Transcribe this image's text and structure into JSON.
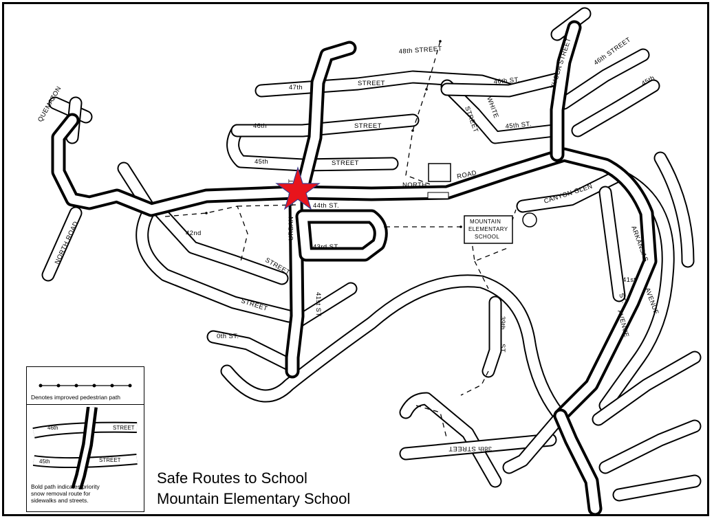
{
  "title": {
    "line1": "Safe Routes to School",
    "line2": "Mountain Elementary School"
  },
  "legend": {
    "pedestrian_path_label": "Denotes improved pedestrian path",
    "bold_path_label": "Bold path indicates priority snow removal route for sidewalks and streets.",
    "sample_street_upper_left": "46th",
    "sample_street_upper_right": "STREET",
    "sample_street_lower_left": "45th",
    "sample_street_lower_right": "STREET"
  },
  "school": {
    "line1": "MOUNTAIN",
    "line2": "ELEMENTARY",
    "line3": "SCHOOL"
  },
  "marker": {
    "color": "#e8141c",
    "outline": "#3a3a8c",
    "icon": "star-icon"
  },
  "streets": {
    "s48th": "48th STREET",
    "s47th": "47th",
    "s47street": "STREET",
    "s46th": "46th",
    "s46street": "STREET",
    "s45th": "45th",
    "s45street": "STREET",
    "s46thst": "46th ST.",
    "s45thst": "45th ST.",
    "white": "WHITE",
    "white_street": "STREET",
    "yucca": "YUCCA STREET",
    "s46street_ne": "46th STREET",
    "s45_ne": "45th",
    "quemazon": "QUEMAZON",
    "north_road_w": "NORTH ROAD",
    "north": "NORTH",
    "road": "ROAD",
    "s44th": "44th ST.",
    "urban": "URBAN",
    "urban_street": "STREET",
    "s43rd": "43rd ST.",
    "s42nd": "42nd",
    "s42street": "STREET",
    "s41st": "41st ST.",
    "street_sw": "STREET",
    "s40th": "0th ST.",
    "canyon_glen": "CANYON GLEN",
    "arkansas": "ARKANSAS",
    "avenue_e": "AVENUE",
    "s41st_e": "41st",
    "st_e": "ST.",
    "avenue_mid": "AVENUE",
    "s39th": "39th",
    "s39st": "ST.",
    "s38th": "38th STREET"
  }
}
